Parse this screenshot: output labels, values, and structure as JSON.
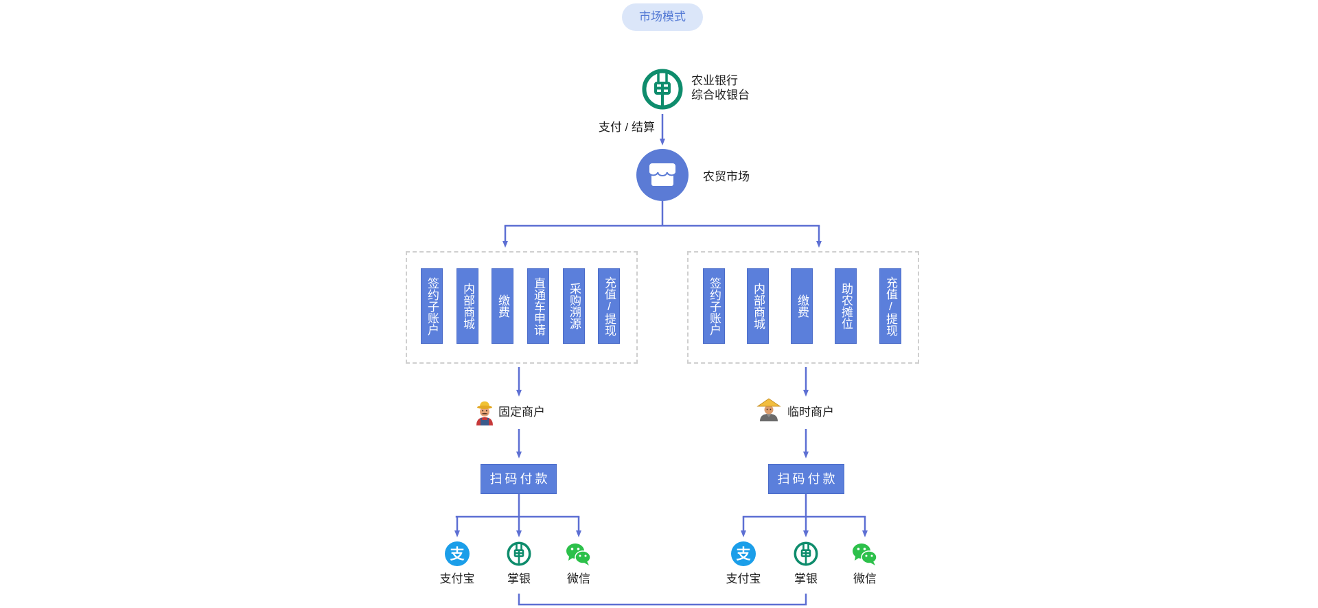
{
  "header": {
    "mode_label": "市场模式"
  },
  "bank": {
    "name_line1": "农业银行",
    "name_line2": "综合收银台",
    "icon": "abc-bank-logo-icon"
  },
  "flow": {
    "pay_settle_label": "支付 / 结算"
  },
  "market": {
    "label": "农贸市场",
    "icon": "storefront-icon"
  },
  "branches": [
    {
      "services": [
        "签约子账户",
        "内部商城",
        "缴费",
        "直通车申请",
        "采购溯源",
        "充值/提现"
      ],
      "merchant": {
        "label": "固定商户",
        "icon": "farmer-avatar-icon"
      },
      "pay_button": "扫码付款",
      "channels": [
        {
          "label": "支付宝",
          "icon": "alipay-icon",
          "glyph": "支"
        },
        {
          "label": "掌银",
          "icon": "abc-mobile-bank-icon"
        },
        {
          "label": "微信",
          "icon": "wechat-icon"
        }
      ]
    },
    {
      "services": [
        "签约子账户",
        "内部商城",
        "缴费",
        "助农摊位",
        "充值/提现"
      ],
      "merchant": {
        "label": "临时商户",
        "icon": "straw-hat-vendor-icon"
      },
      "pay_button": "扫码付款",
      "channels": [
        {
          "label": "支付宝",
          "icon": "alipay-icon",
          "glyph": "支"
        },
        {
          "label": "掌银",
          "icon": "abc-mobile-bank-icon"
        },
        {
          "label": "微信",
          "icon": "wechat-icon"
        }
      ]
    }
  ],
  "colors": {
    "accent": "#5b7fdb",
    "connector": "#5d6fd3",
    "pill_bg": "#dbe6f9",
    "pill_text": "#5278d4",
    "bank_green": "#0e8c6c",
    "alipay_blue": "#1b9ee9",
    "wechat_green": "#2cc04a",
    "dashed_border": "#cfcfcf"
  }
}
